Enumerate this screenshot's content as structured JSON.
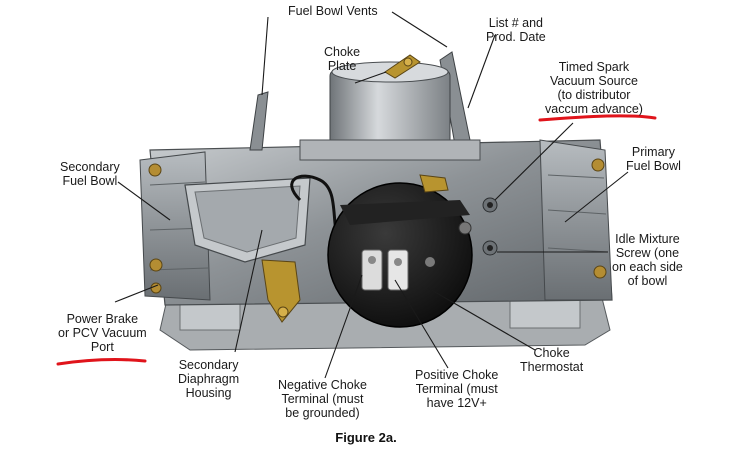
{
  "labels": {
    "fuel_bowl_vents": "Fuel Bowl Vents",
    "list_number": "List # and\nProd. Date",
    "choke_plate": "Choke\nPlate",
    "timed_spark": "Timed Spark\nVacuum Source\n(to distributor\nvaccum advance)",
    "secondary_fuel_bowl": "Secondary\nFuel Bowl",
    "primary_fuel_bowl": "Primary\nFuel Bowl",
    "idle_mixture": "Idle Mixture\nScrew (one\non each side\nof bowl",
    "power_brake": "Power Brake\nor PCV Vacuum\nPort",
    "secondary_diaphragm": "Secondary\nDiaphragm\nHousing",
    "negative_choke": "Negative Choke\nTerminal (must\nbe grounded)",
    "positive_choke": "Positive Choke\nTerminal (must\nhave 12V+",
    "choke_thermostat": "Choke\nThermostat"
  },
  "caption": "Figure 2a.",
  "colors": {
    "underline": "#e0141b",
    "metal": "#9ea3a7",
    "cap": "#1b1b1b",
    "brass": "#b8942f"
  }
}
